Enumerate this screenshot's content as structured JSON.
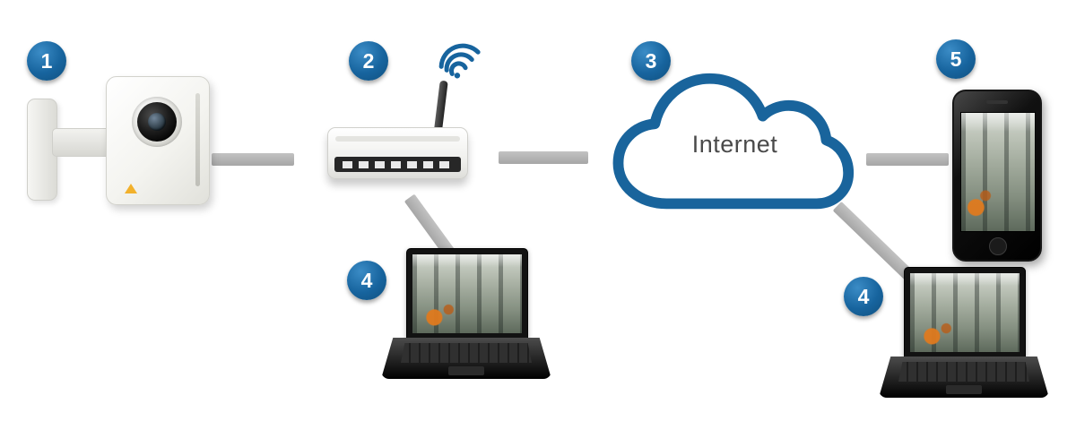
{
  "diagram": {
    "kind": "network-camera-topology",
    "internet_label": "Internet",
    "nodes": [
      {
        "badge": "1",
        "name": "network-camera"
      },
      {
        "badge": "2",
        "name": "wireless-router"
      },
      {
        "badge": "3",
        "name": "internet-cloud"
      },
      {
        "badge": "4",
        "name": "laptop-local"
      },
      {
        "badge": "5",
        "name": "smartphone"
      },
      {
        "badge": "4",
        "name": "laptop-remote"
      }
    ],
    "colors": {
      "accent": "#17649e",
      "cloud_stroke": "#19649c",
      "connector": "#b2b2b2",
      "label_text": "#4a4a4a"
    },
    "icons": [
      "wifi-icon",
      "camera-lens",
      "camera-feed-screen"
    ]
  }
}
